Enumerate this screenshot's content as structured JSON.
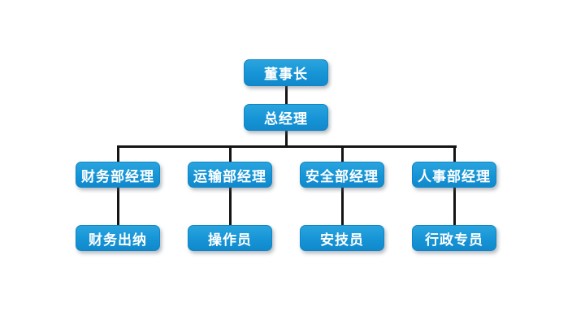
{
  "diagram": {
    "type": "org-chart",
    "background_color": "#ffffff",
    "node_fill_color": "#1694d6",
    "node_text_color": "#ffffff",
    "connector_color": "#141414",
    "nodes": {
      "chairman": "董事长",
      "general_manager": "总经理",
      "branches": [
        {
          "manager": "财务部经理",
          "subordinate": "财务出纳"
        },
        {
          "manager": "运输部经理",
          "subordinate": "操作员"
        },
        {
          "manager": "安全部经理",
          "subordinate": "安技员"
        },
        {
          "manager": "人事部经理",
          "subordinate": "行政专员"
        }
      ]
    }
  }
}
